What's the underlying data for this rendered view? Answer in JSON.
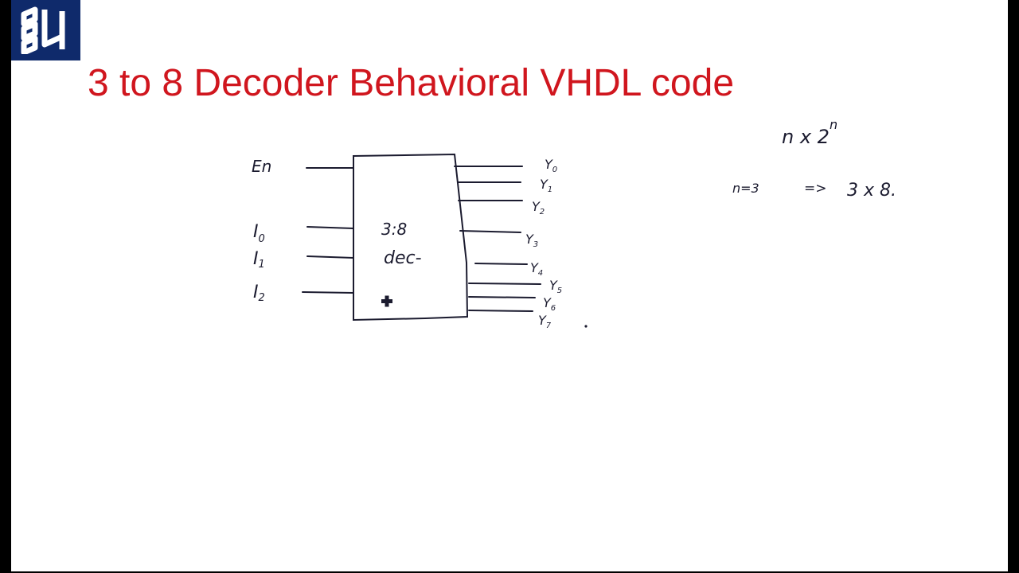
{
  "slide": {
    "title": "3 to 8 Decoder Behavioral VHDL code",
    "logo_icon": "brand-logo-icon"
  },
  "diagram": {
    "block": {
      "label_line1": "3:8",
      "label_line2": "dec-"
    },
    "inputs": [
      {
        "id": "en",
        "label": "En"
      },
      {
        "id": "i0",
        "label": "I",
        "sub": "0"
      },
      {
        "id": "i1",
        "label": "I",
        "sub": "1"
      },
      {
        "id": "i2",
        "label": "I",
        "sub": "2"
      }
    ],
    "outputs": [
      {
        "id": "y0",
        "label": "Y",
        "sub": "0"
      },
      {
        "id": "y1",
        "label": "Y",
        "sub": "1"
      },
      {
        "id": "y2",
        "label": "Y",
        "sub": "2"
      },
      {
        "id": "y3",
        "label": "Y",
        "sub": "3"
      },
      {
        "id": "y4",
        "label": "Y",
        "sub": "4"
      },
      {
        "id": "y5",
        "label": "Y",
        "sub": "5"
      },
      {
        "id": "y6",
        "label": "Y",
        "sub": "6"
      },
      {
        "id": "y7",
        "label": "Y",
        "sub": "7"
      }
    ]
  },
  "notes": {
    "formula_base": "n x 2",
    "formula_exp": "n",
    "n_value": "n=3",
    "implies": "=>",
    "result": "3 x 8."
  },
  "colors": {
    "title": "#d0161e",
    "logo_bg": "#0f2a6b",
    "ink": "#1b1b2f"
  }
}
